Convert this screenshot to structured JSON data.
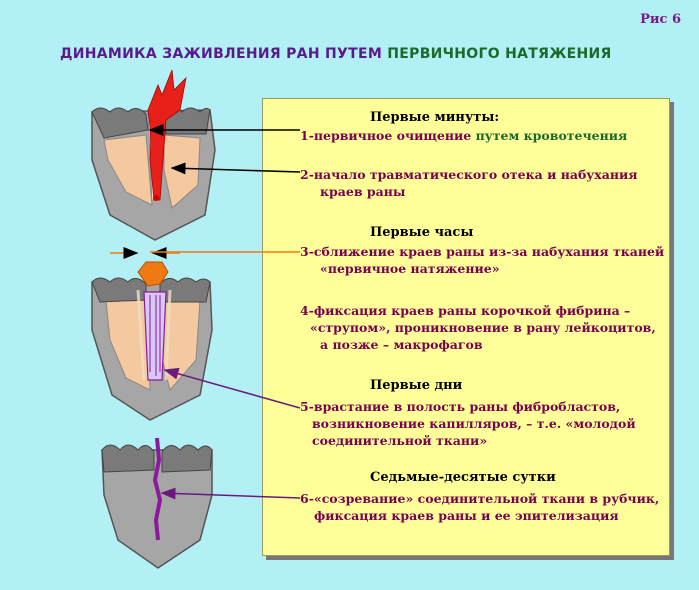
{
  "figure_label": "Рис 6",
  "title_part1": "ДИНАМИКА ЗАЖИВЛЕНИЯ РАН ПУТЕМ ",
  "title_part2": "ПЕРВИЧНОГО НАТЯЖЕНИЯ",
  "stages": [
    {
      "heading": "Первые минуты:",
      "items": [
        {
          "line1a": "1-первичное очищение ",
          "line1b": "путем кровотечения"
        },
        {
          "line1": "2-начало травматического отека и набухания",
          "line2": "краев раны"
        }
      ]
    },
    {
      "heading": "Первые часы",
      "items": [
        {
          "line1": "3-сближение краев раны из-за набухания тканей",
          "line2": "«первичное натяжение»"
        },
        {
          "line1": "4-фиксация краев раны корочкой фибрина –",
          "line2": "«струпом», проникновение в рану лейкоцитов,",
          "line3": "а позже – макрофагов"
        }
      ]
    },
    {
      "heading": "Первые дни",
      "items": [
        {
          "line1": "5-врастание в полость раны фибробластов,",
          "line2": "возникновение капилляров, –  т.е. «молодой",
          "line3": "соединительной ткани»"
        }
      ]
    },
    {
      "heading": "Седьмые-десятые сутки",
      "items": [
        {
          "line1": "6-«созревание» соединительной ткани в рубчик,",
          "line2": "фиксация краев раны и ее эпителизация"
        }
      ]
    }
  ],
  "colors": {
    "background": "#b3f0f5",
    "panel": "#ffff99",
    "tissue_gray": "#a6a6a6",
    "tissue_pink": "#f5c9a0",
    "blood_red": "#e8201a",
    "fibrin_orange": "#f07a12",
    "capillary_purple": "#8a1a9a"
  }
}
